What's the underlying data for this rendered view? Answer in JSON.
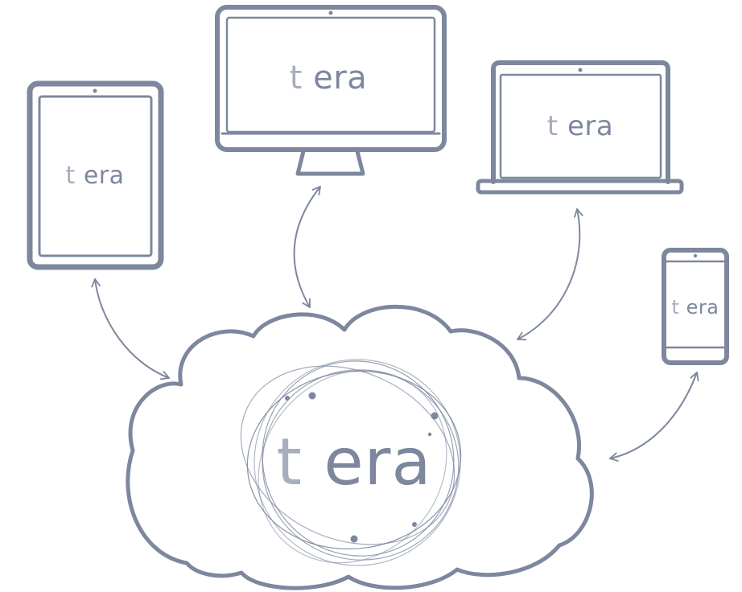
{
  "brand": {
    "text": "tera",
    "colors": {
      "outline": "#7d879e",
      "accent_light": "#a7aebd",
      "background": "#ffffff"
    }
  },
  "devices": [
    {
      "id": "tablet",
      "label": "tera"
    },
    {
      "id": "monitor",
      "label": "tera"
    },
    {
      "id": "laptop",
      "label": "tera"
    },
    {
      "id": "phone",
      "label": "tera"
    }
  ],
  "cloud": {
    "label": "tera"
  },
  "connections": [
    {
      "from": "tablet",
      "to": "cloud",
      "direction": "both"
    },
    {
      "from": "monitor",
      "to": "cloud",
      "direction": "both"
    },
    {
      "from": "laptop",
      "to": "cloud",
      "direction": "both"
    },
    {
      "from": "phone",
      "to": "cloud",
      "direction": "both"
    }
  ]
}
